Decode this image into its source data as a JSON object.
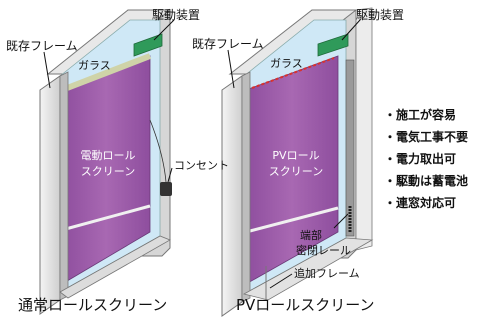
{
  "left_diagram": {
    "drive_label": "駆動装置",
    "frame_label": "既存フレーム",
    "glass_label": "ガラス",
    "screen_line1": "電動ロール",
    "screen_line2": "スクリーン",
    "outlet_label": "コンセント",
    "caption": "通常ロールスクリーン"
  },
  "right_diagram": {
    "drive_label": "駆動装置",
    "frame_label": "既存フレーム",
    "glass_label": "ガラス",
    "screen_line1": "PVロール",
    "screen_line2": "スクリーン",
    "rail_line1": "端部",
    "rail_line2": "密閉レール",
    "added_frame_label": "追加フレーム",
    "caption": "PVロールスクリーン",
    "features": [
      "・施工が容易",
      "・電気工事不要",
      "・電力取出可",
      "・駆動は蓄電池",
      "・連窓対応可"
    ]
  },
  "colors": {
    "frame": "#e8e8e8",
    "glass": "#cfe8f6",
    "screen": "#9a5aa6",
    "pv_line": "#d9322e",
    "drive": "#2f9a5a"
  }
}
